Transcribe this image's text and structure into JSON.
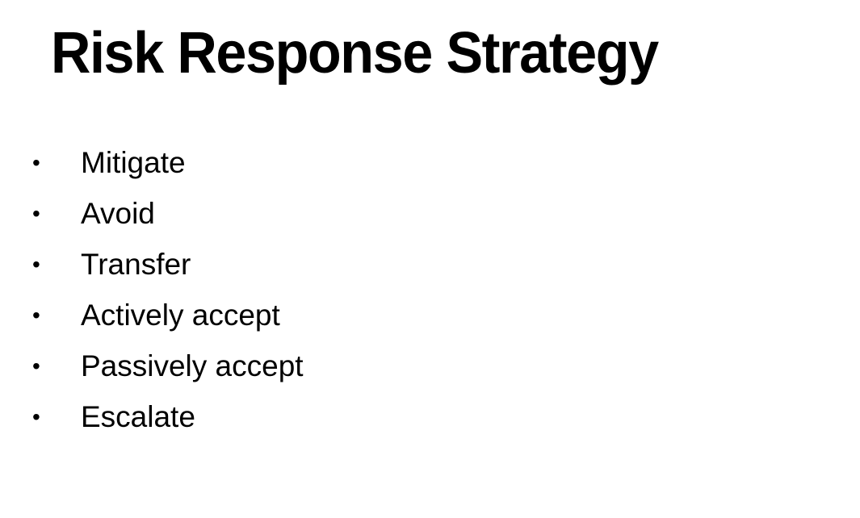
{
  "slide": {
    "title": "Risk Response Strategy",
    "bullet_glyph": "•",
    "items": [
      {
        "label": "Mitigate"
      },
      {
        "label": "Avoid"
      },
      {
        "label": "Transfer"
      },
      {
        "label": "Actively accept"
      },
      {
        "label": "Passively accept"
      },
      {
        "label": "Escalate"
      }
    ]
  }
}
